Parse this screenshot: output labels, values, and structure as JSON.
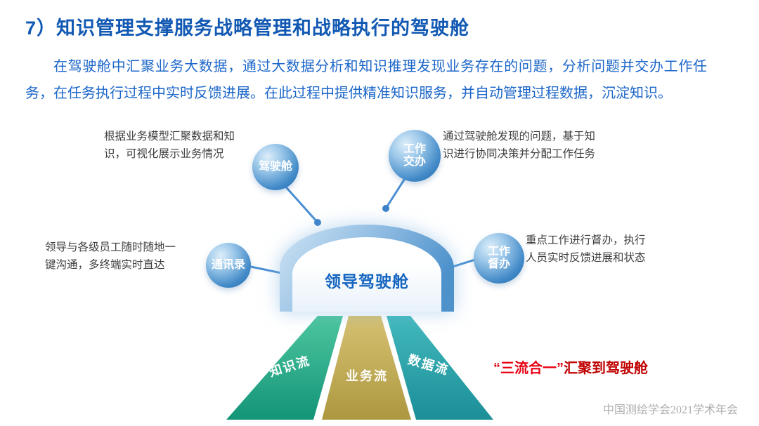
{
  "slide": {
    "title": "7）知识管理支撑服务战略管理和战略执行的驾驶舱",
    "intro": "在驾驶舱中汇聚业务大数据，通过大数据分析和知识推理发现业务存在的问题，分析问题并交办工作任务，在任务执行过程中实时反馈进展。在此过程中提供精准知识服务，并自动管理过程数据，沉淀知识。",
    "footer": "中国测绘学会2021学术年会"
  },
  "diagram": {
    "center": {
      "label": "领导驾驶舱"
    },
    "nodes": [
      {
        "id": "cockpit",
        "label": "驾驶舱",
        "note": "根据业务模型汇聚数据和知识，可视化展示业务情况"
      },
      {
        "id": "work-assign",
        "label": "工作交办",
        "note": "通过驾驶舱发现的问题，基于知识进行协同决策并分配工作任务"
      },
      {
        "id": "contacts",
        "label": "通讯录",
        "note": "领导与各级员工随时随地一键沟通，多终端实时直达"
      },
      {
        "id": "work-supervise",
        "label": "工作督办",
        "note": "重点工作进行督办，执行人员实时反馈进展和状态"
      }
    ],
    "flows": [
      {
        "label": "知识流",
        "color_top": "#4cc69e",
        "color_bottom": "#149478"
      },
      {
        "label": "业务流",
        "color_top": "#d6c172",
        "color_bottom": "#ad9840"
      },
      {
        "label": "数据流",
        "color_top": "#42b9bd",
        "color_bottom": "#1b8e97"
      }
    ],
    "caption": {
      "emphasis": "“三流合一”",
      "rest": "汇聚到驾驶舱",
      "color": "#e60012"
    },
    "connector_color": "#4a8fd3",
    "accent_blue": "#1565c0"
  }
}
